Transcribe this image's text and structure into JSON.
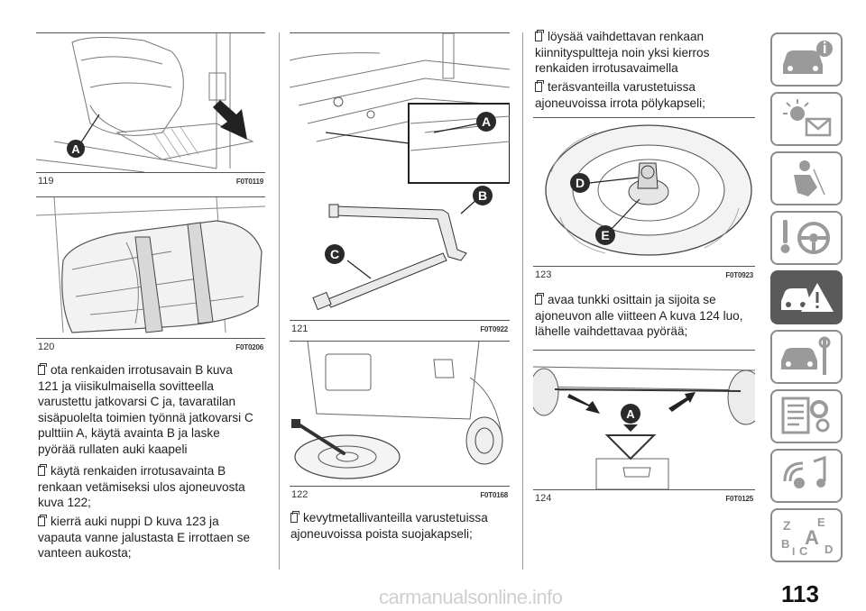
{
  "figures": [
    {
      "number": "119",
      "code": "F0T0119",
      "callouts": [
        "A"
      ]
    },
    {
      "number": "120",
      "code": "F0T0206",
      "callouts": []
    },
    {
      "number": "121",
      "code": "F0T0922",
      "callouts": [
        "A",
        "B",
        "C"
      ]
    },
    {
      "number": "122",
      "code": "F0T0168",
      "callouts": []
    },
    {
      "number": "123",
      "code": "F0T0923",
      "callouts": [
        "D",
        "E"
      ]
    },
    {
      "number": "124",
      "code": "F0T0125",
      "callouts": [
        "A"
      ]
    }
  ],
  "left_column": [
    {
      "lines": [
        "ota renkaiden irrotusavain B kuva",
        "121 ja viisikulmaisella sovitteella",
        "varustettu jatkovarsi C ja, tavaratilan",
        "sisäpuolelta toimien työnnä jatkovarsi C",
        "pulttiin A, käytä avainta B ja laske",
        "pyörää rullaten auki kaapeli"
      ]
    },
    {
      "lines": [
        "käytä renkaiden irrotusavainta B",
        "renkaan vetämiseksi ulos ajoneuvosta",
        "kuva 122;"
      ]
    },
    {
      "lines": [
        "kierrä auki nuppi D kuva 123 ja",
        "vapauta vanne jalustasta E irrottaen se",
        "vanteen aukosta;"
      ]
    }
  ],
  "middle_column": [
    {
      "lines": [
        "kevytmetallivanteilla varustetuissa",
        "ajoneuvoissa poista suojakapseli;"
      ]
    }
  ],
  "right_column_top": [
    {
      "lines": [
        "löysää vaihdettavan renkaan",
        "kiinnityspultteja noin yksi kierros",
        "renkaiden irrotusavaimella"
      ]
    },
    {
      "lines": [
        "teräsvanteilla varustetuissa",
        "ajoneuvoissa irrota pölykapseli;"
      ]
    }
  ],
  "right_column_bottom": [
    {
      "lines": [
        "avaa tunkki osittain ja sijoita se",
        "ajoneuvon alle viitteen A kuva 124 luo,",
        "lähelle vaihdettavaa pyörää;"
      ]
    }
  ],
  "sidebar_tabs": [
    {
      "icon": "car-info-icon",
      "active": false
    },
    {
      "icon": "warning-lights-icon",
      "active": false
    },
    {
      "icon": "airbag-safety-icon",
      "active": false
    },
    {
      "icon": "steering-wheel-icon",
      "active": false
    },
    {
      "icon": "emergency-icon",
      "active": true
    },
    {
      "icon": "maintenance-icon",
      "active": false
    },
    {
      "icon": "technical-data-icon",
      "active": false
    },
    {
      "icon": "multimedia-icon",
      "active": false
    },
    {
      "icon": "index-icon",
      "active": false
    }
  ],
  "page_number": "113",
  "watermark": "carmanualsonline.info",
  "colors": {
    "tab_active": "#5a5a5a",
    "tab_border": "#8b8b8b",
    "callout": "#2a2a2a"
  }
}
